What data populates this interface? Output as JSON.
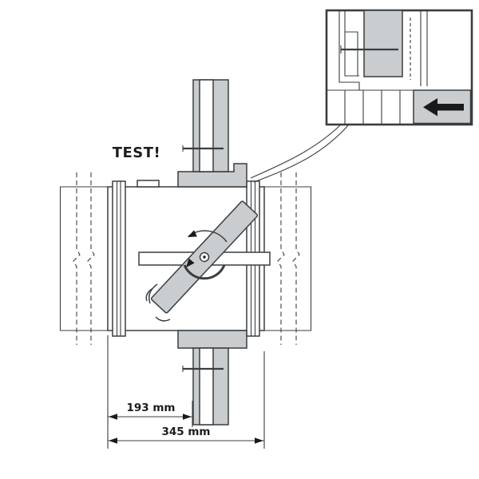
{
  "diagram": {
    "test_label": "TEST!",
    "dimensions": {
      "inner_width": "193 mm",
      "outer_width": "345 mm"
    },
    "colors": {
      "metal_gray": "#c9cdd0",
      "line_dark": "#3b3d3f",
      "text_dark": "#1d1d1b",
      "arrow_black": "#1a1a1a",
      "background": "#ffffff"
    },
    "icons": {
      "rotation_arrow": "curved-double-arc-arrow",
      "flow_arrow": "bold-left-arrow",
      "vibration": "concentric-arc-marks",
      "magnifier_leader": "double-curve-callout-lines"
    }
  }
}
